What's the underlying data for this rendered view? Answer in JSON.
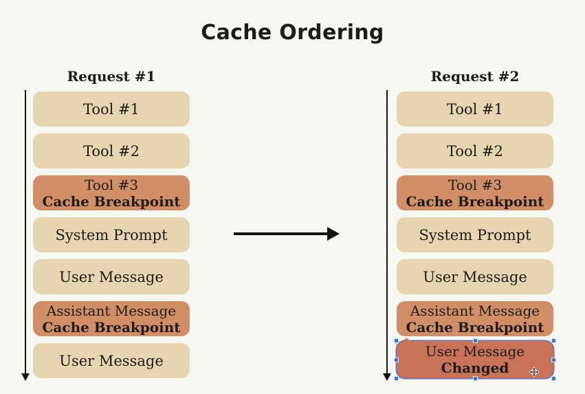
{
  "title": "Cache Ordering",
  "colors": {
    "bg": "#f7f7f1",
    "tan": "#e7d5b1",
    "orange": "#d28e66",
    "red": "#c87257",
    "text": "#1d1c1a",
    "arrow": "#141414",
    "selection-outline": "#6272cf",
    "handle-blue": "#2e7ceb",
    "handle-orange": "#e07a3d"
  },
  "columns": [
    {
      "header": "Request #1",
      "boxes": [
        {
          "label": "Tool #1"
        },
        {
          "label": "Tool #2"
        },
        {
          "label": "Tool #3",
          "sublabel": "Cache Breakpoint"
        },
        {
          "label": "System Prompt"
        },
        {
          "label": "User Message"
        },
        {
          "label": "Assistant Message",
          "sublabel": "Cache Breakpoint"
        },
        {
          "label": "User Message"
        }
      ]
    },
    {
      "header": "Request #2",
      "boxes": [
        {
          "label": "Tool #1"
        },
        {
          "label": "Tool #2"
        },
        {
          "label": "Tool #3",
          "sublabel": "Cache Breakpoint"
        },
        {
          "label": "System Prompt"
        },
        {
          "label": "User Message"
        },
        {
          "label": "Assistant Message",
          "sublabel": "Cache Breakpoint"
        },
        {
          "label": "User Message",
          "sublabel": "Changed",
          "state": "selected"
        }
      ]
    }
  ],
  "icons": {
    "move-cursor-icon": "four-way move arrow",
    "down-arrow-icon": "sequence direction arrow",
    "right-arrow-icon": "transition arrow"
  }
}
